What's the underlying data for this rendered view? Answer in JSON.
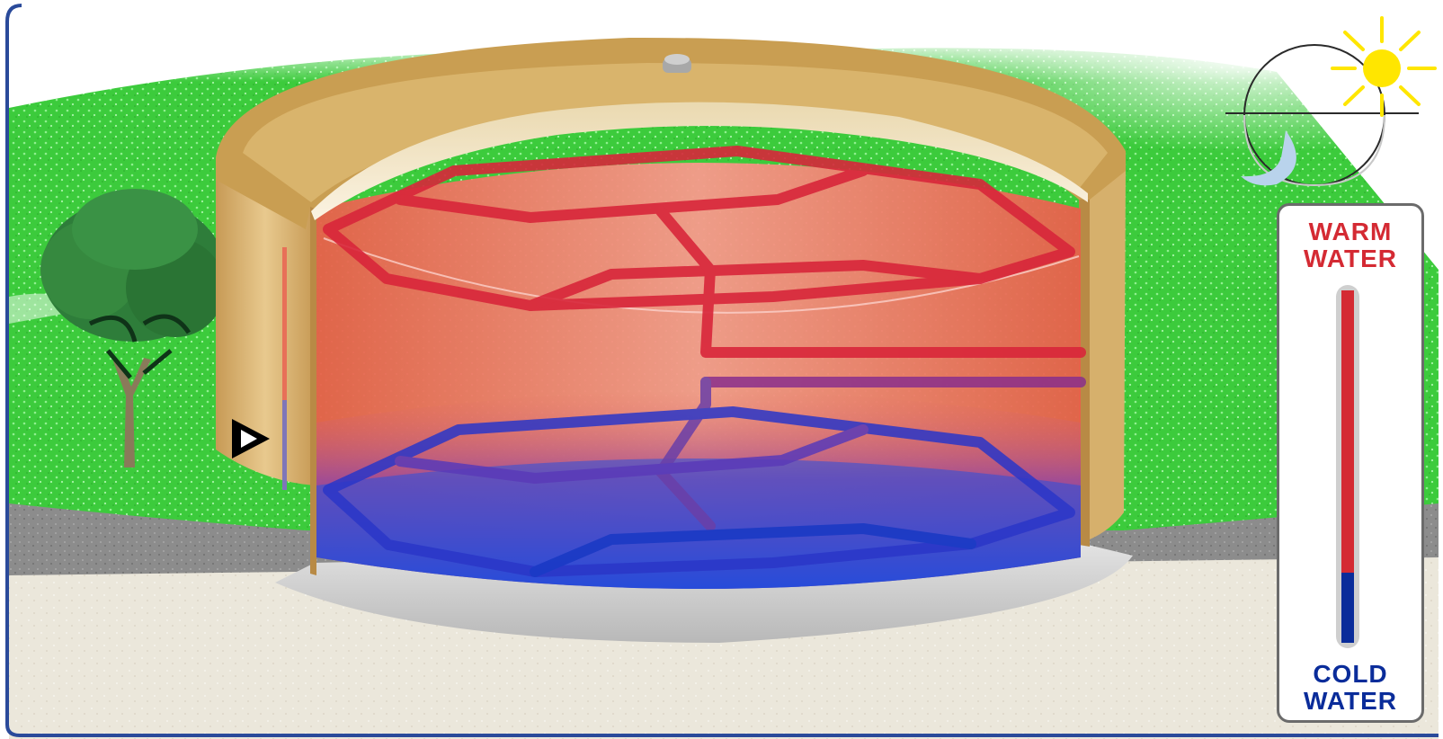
{
  "legend": {
    "warm_label": "WARM\nWATER",
    "cold_label": "COLD\nWATER",
    "warm_color": "#d42a33",
    "cold_color": "#0a2c9a",
    "warm_fraction": 0.8
  },
  "colors": {
    "frame_border": "#2a4a9a",
    "grass": "#3fcf3f",
    "ground": "#ece8dc",
    "road": "#8a8a8a",
    "tank_wall": "#cda35a",
    "warm_water": "#ee6a5a",
    "cold_water": "#2a4fd8",
    "sun": "#ffe600",
    "moon": "#b8d4ee"
  },
  "icons": [
    "tree-icon",
    "sun-icon",
    "moon-icon",
    "level-indicator-arrow-icon"
  ]
}
